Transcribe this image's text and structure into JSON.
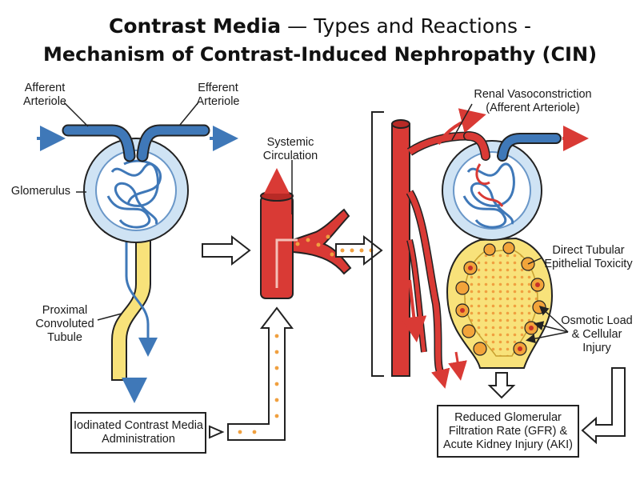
{
  "title": {
    "line1_bold": "Contrast Media",
    "line1_rest": " — Types and Reactions -",
    "line2": "Mechanism of Contrast-Induced Nephropathy (CIN)"
  },
  "labels": {
    "afferent_arteriole": "Afferent Arteriole",
    "efferent_arteriole": "Efferent Arteriole",
    "glomerulus": "Glomerulus",
    "proximal_tubule": "Proximal Convoluted Tubule",
    "systemic_circulation": "Systemic Circulation",
    "renal_vasoconstriction": "Renal Vasoconstriction (Afferent Arteriole)",
    "direct_toxicity": "Direct Tubular Epithelial Toxicity",
    "osmotic_load": "Osmotic Load & Cellular Injury"
  },
  "boxes": {
    "administration": "Iodinated Contrast Media Administration",
    "outcome": "Reduced Glomerular Filtration Rate (GFR) & Acute Kidney Injury (AKI)"
  },
  "colors": {
    "artery_red": "#d93a35",
    "vessel_blue": "#3f78b8",
    "capsule_blue": "#cfe3f4",
    "tubule_yellow": "#f8e27a",
    "contrast_orange": "#f0a040"
  }
}
